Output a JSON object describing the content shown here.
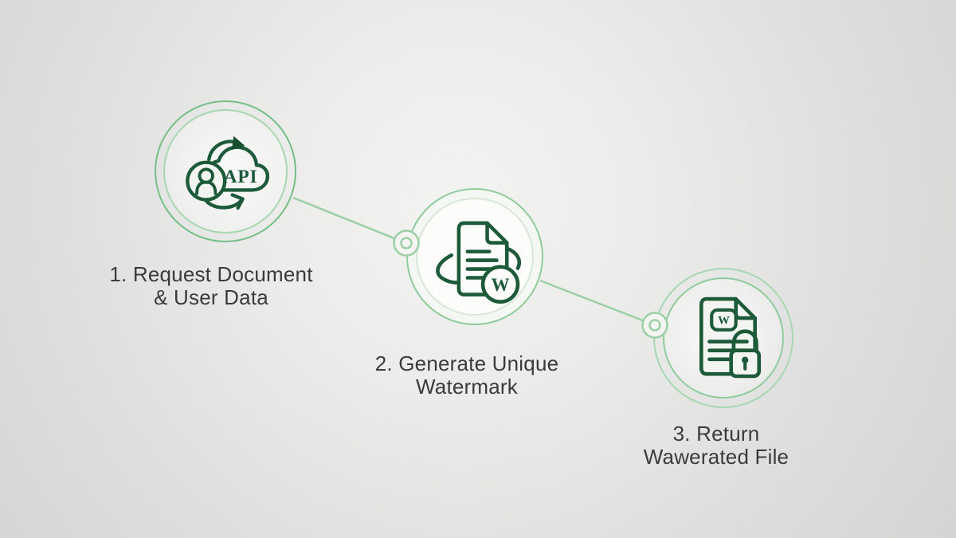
{
  "steps": [
    {
      "icon": "api-cloud-icon",
      "icon_text": "API",
      "label_lines": [
        "1. Request Document",
        "& User Data"
      ]
    },
    {
      "icon": "watermark-document-icon",
      "icon_text": "W",
      "label_lines": [
        "2. Generate Unique",
        "Watermark"
      ]
    },
    {
      "icon": "locked-document-icon",
      "icon_text": "W",
      "label_lines": [
        "3. Return",
        "Wawerated File"
      ]
    }
  ],
  "colors": {
    "background_center": "#f3f3f2",
    "background_edge": "#d4d4d3",
    "icon_stroke_green": "#1d5a3a",
    "ring_green": "#8fcb9c",
    "ring_green_dark": "#74bf88",
    "ring_green_light": "#a8d7b1",
    "connector_green": "#9ccfa6",
    "label_text": "#3b3b3b"
  }
}
